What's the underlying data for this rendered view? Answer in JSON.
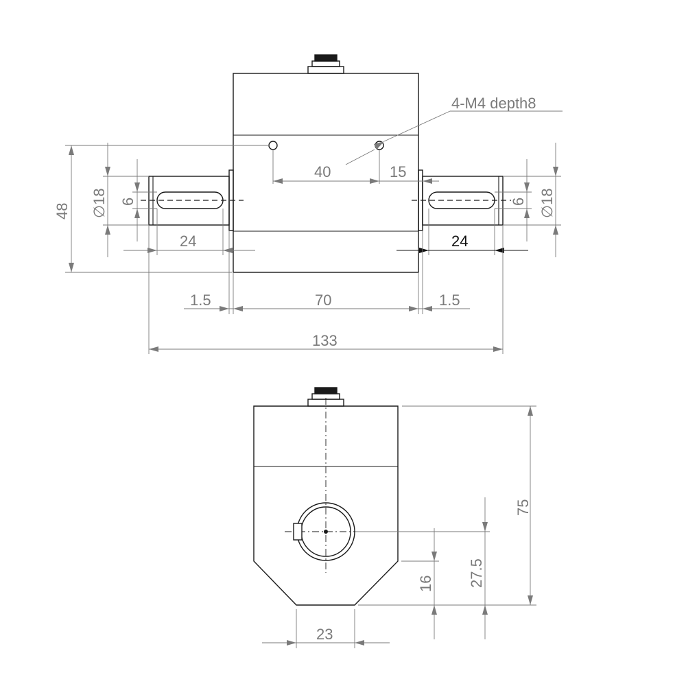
{
  "front_view": {
    "callout": "4-M4 depth8",
    "dims": {
      "overall_length": "133",
      "body_length": "70",
      "flange_left": "1.5",
      "flange_right": "1.5",
      "hole_spacing": "40",
      "hole_offset": "15",
      "key_length_left": "24",
      "key_length_right": "24",
      "height": "48",
      "shaft_dia_left": "∅18",
      "shaft_dia_right": "∅18",
      "key_width_left": "6",
      "key_width_right": "6"
    }
  },
  "side_view": {
    "dims": {
      "total_height": "75",
      "shaft_center_height": "27.5",
      "chamfer_height": "16",
      "base_width": "23"
    }
  },
  "colors": {
    "object_line": "#1a1a1a",
    "dimension_line": "#7a7a7a",
    "highlight_dimension": "#111111"
  }
}
